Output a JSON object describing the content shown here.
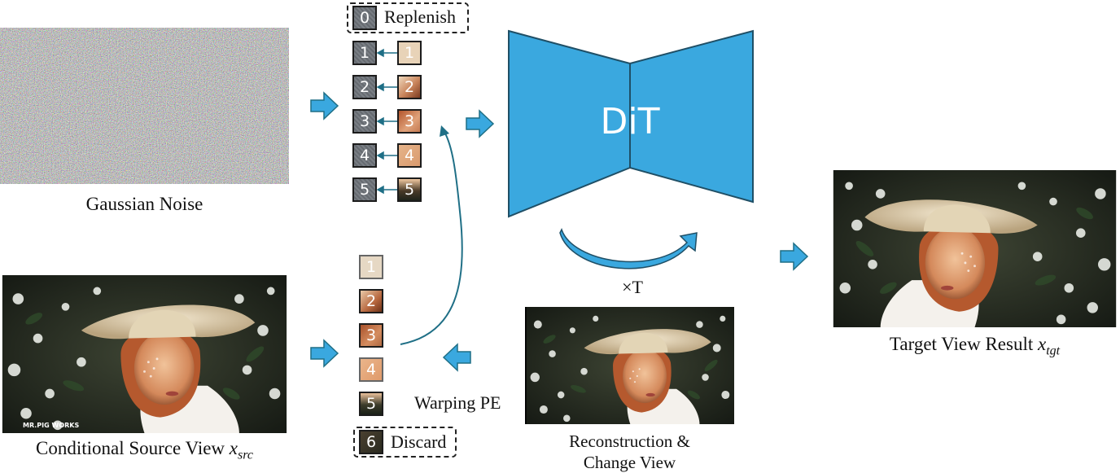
{
  "colors": {
    "dit_fill": "#3aa8df",
    "arrow_fill": "#3aa8df",
    "connector": "#1f6f86",
    "dashed": "#222222"
  },
  "noise": {
    "caption": "Gaussian Noise"
  },
  "source": {
    "caption_text": "Conditional Source View ",
    "caption_var": "x",
    "caption_sub": "src",
    "watermark": "MR.PIG WORKS"
  },
  "tokens_top": {
    "replenish_index": "0",
    "replenish_label": "Replenish",
    "rows": [
      "1",
      "2",
      "3",
      "4",
      "5"
    ]
  },
  "tokens_bottom": {
    "rows": [
      "1",
      "2",
      "3",
      "4",
      "5"
    ],
    "discard_index": "6",
    "discard_label": "Discard"
  },
  "model": {
    "label": "DiT",
    "repeat_label": "×T"
  },
  "warping": {
    "label": "Warping PE"
  },
  "reconstruction": {
    "caption_line1": "Reconstruction &",
    "caption_line2": "Change View"
  },
  "target": {
    "caption_text": "Target View Result ",
    "caption_var": "x",
    "caption_sub": "tgt"
  }
}
